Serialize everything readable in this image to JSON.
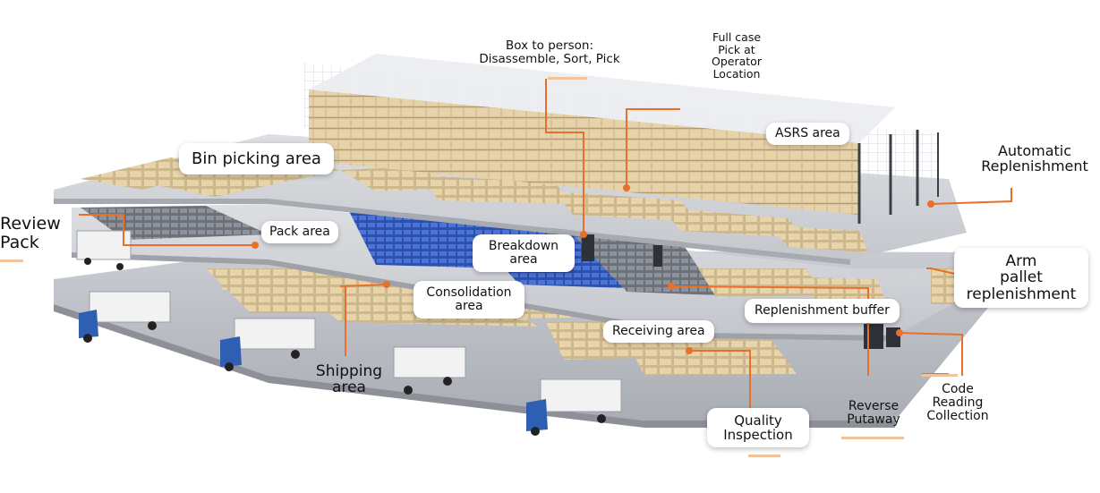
{
  "labels": {
    "box_to_person": "Box to person:\nDisassemble, Sort, Pick",
    "full_case": "Full case\nPick at\nOperator\nLocation",
    "asrs": "ASRS area",
    "auto_replenishment": "Automatic\nReplenishment",
    "bin_picking": "Bin picking area",
    "review_pack": "Review\nPack",
    "pack_area": "Pack area",
    "breakdown": "Breakdown\narea",
    "arm_pallet": "Arm\npallet\nreplenishment",
    "consolidation": "Consolidation\narea",
    "replenishment_buffer": "Replenishment buffer",
    "receiving": "Receiving area",
    "shipping": "Shipping\narea",
    "reverse_putaway": "Reverse\nPutaway",
    "code_reading": "Code\nReading\nCollection",
    "quality_inspection": "Quality\nInspection"
  },
  "colors": {
    "leader": "#e8702a",
    "floor": "#b9bcc2",
    "mezzanine": "#d3d5da",
    "carton": "#e5cfa3",
    "storage_blue": "#3a62c6",
    "truck_cab": "#2f5fb3",
    "trailer": "#f2f2f2"
  }
}
